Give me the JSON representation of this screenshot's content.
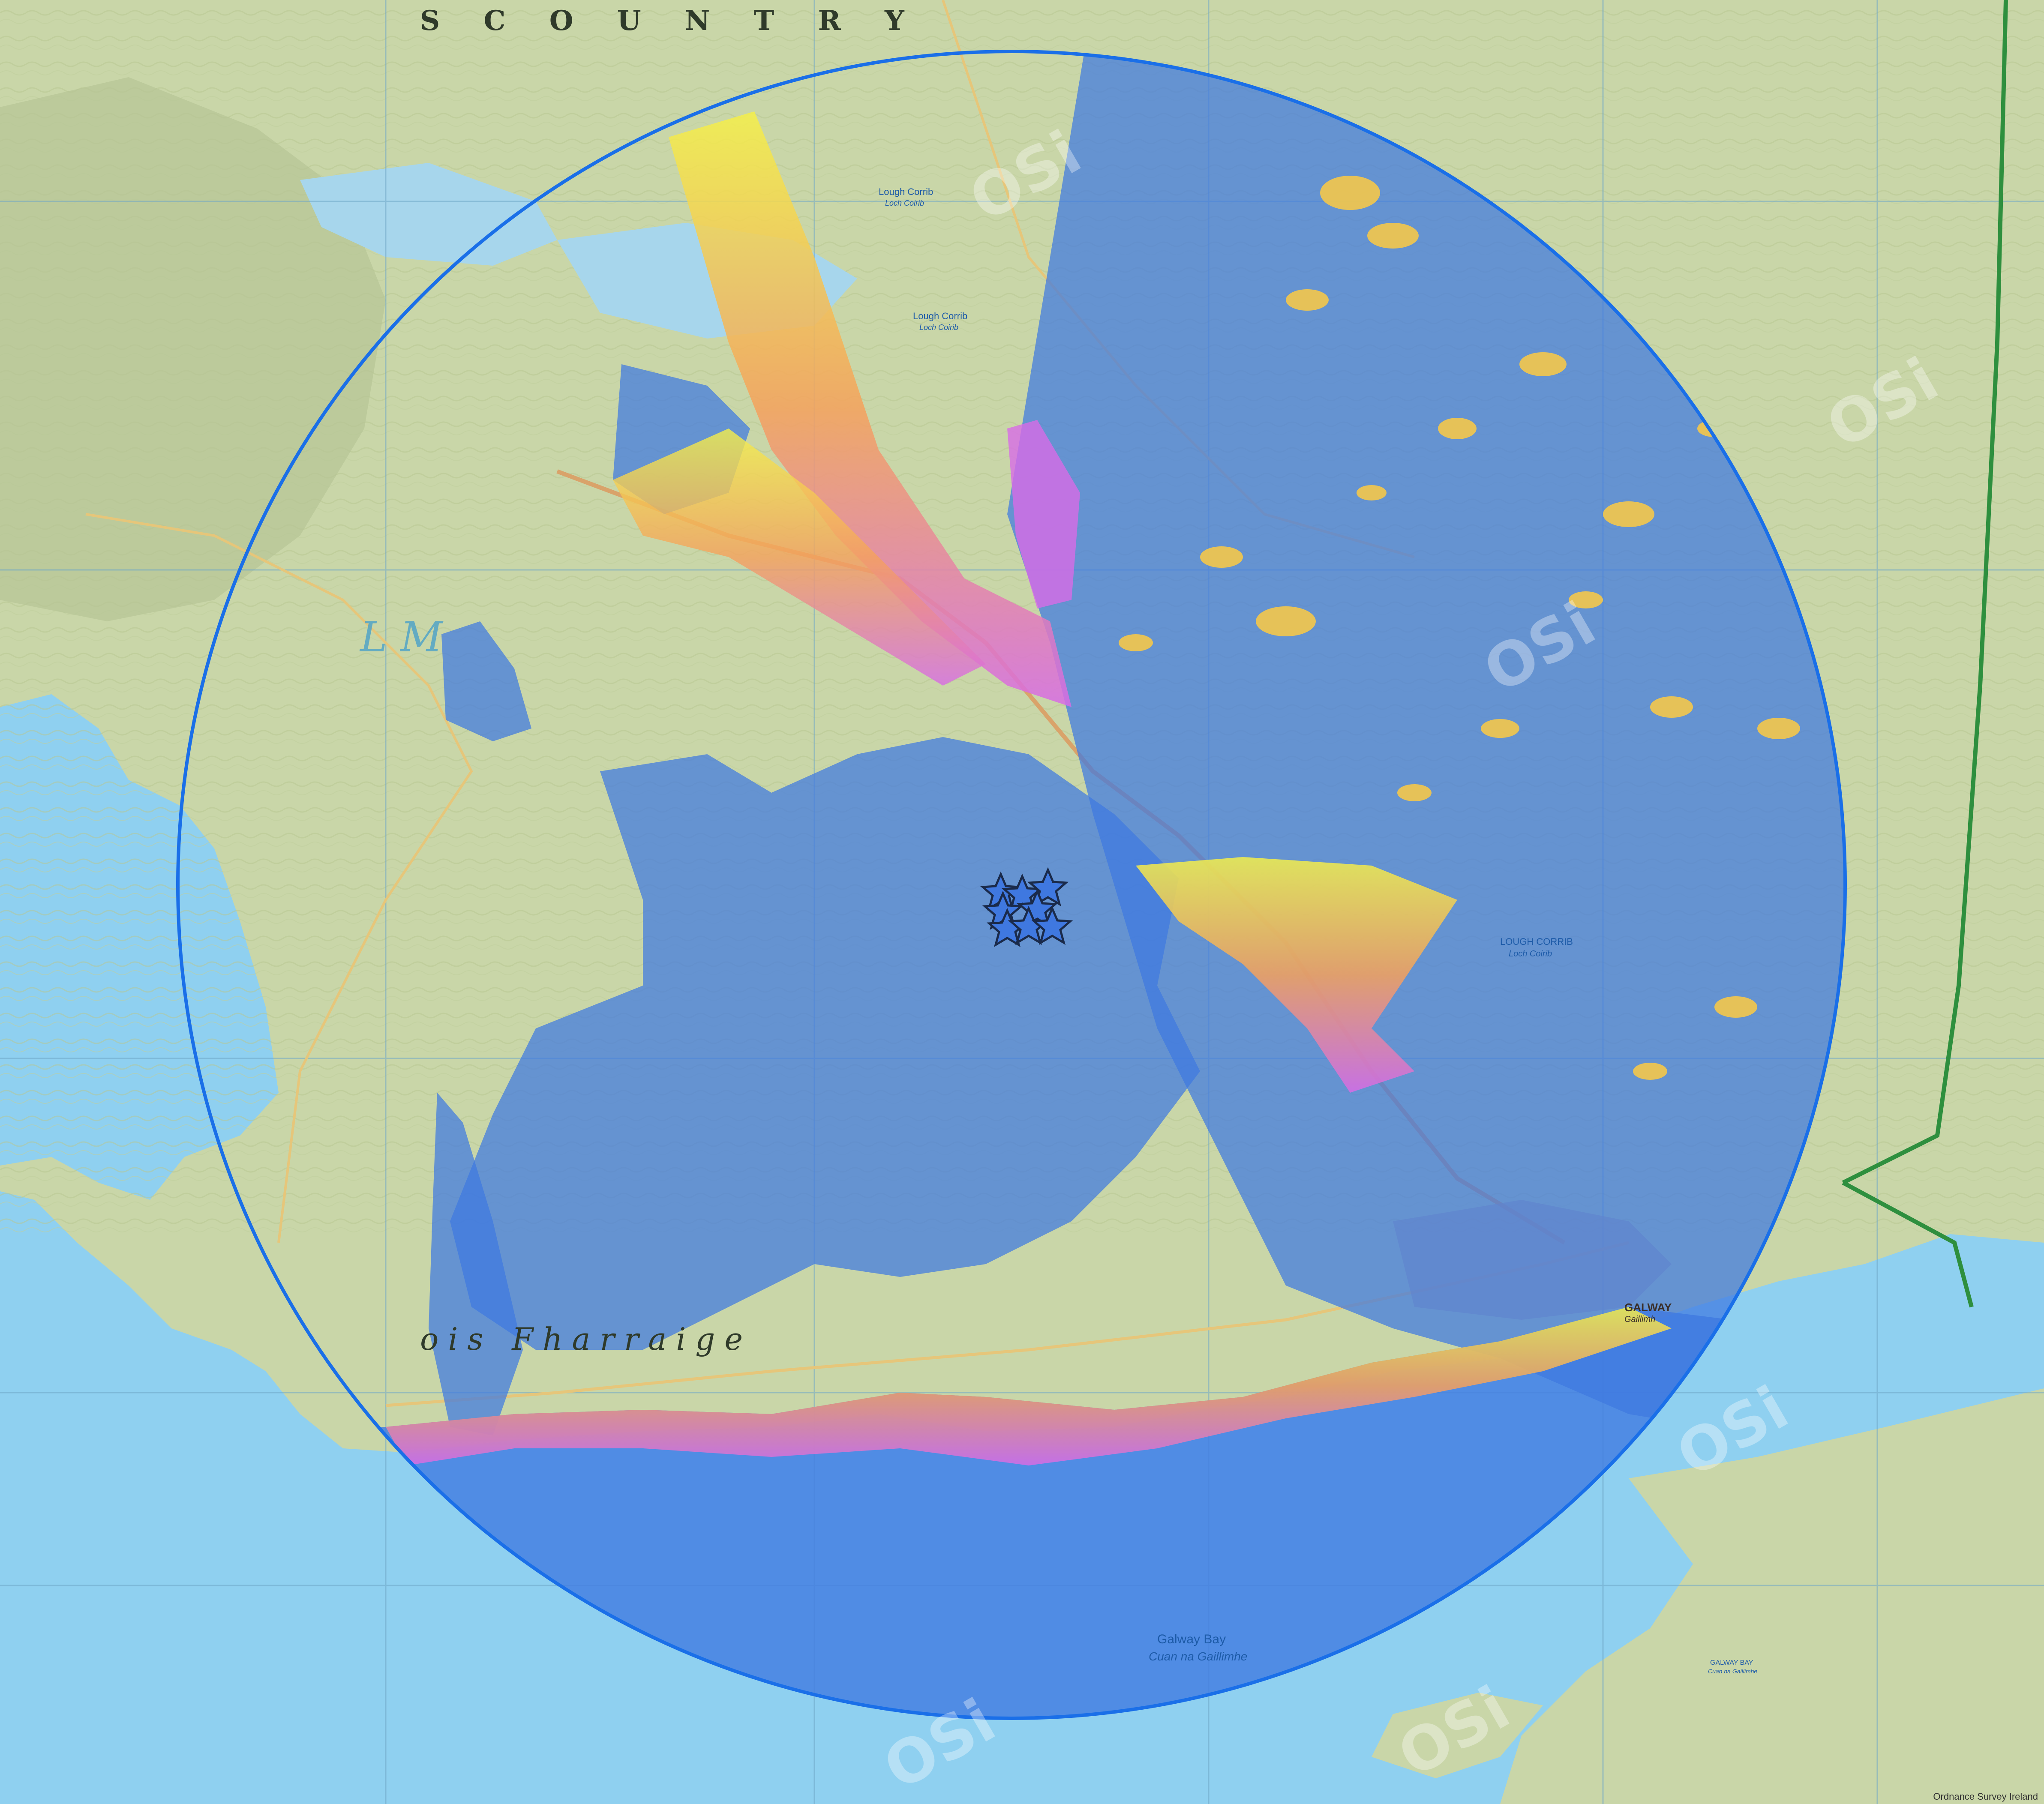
{
  "map": {
    "region_labels": {
      "country": "S C O U N T R Y",
      "lm": "L M",
      "iar": "ois Fharraige"
    },
    "water_labels": {
      "lough_corrib_north": "Lough Corrib",
      "lough_corrib_north_irish": "Loch Coirib",
      "lough_corrib_mid": "Lough Corrib",
      "lough_corrib_mid_irish": "Loch Coirib",
      "lough_corrib_south": "LOUGH CORRIB",
      "lough_corrib_south_irish": "Loch Coirib",
      "galway_bay": "Galway Bay",
      "galway_bay_irish": "Cuan na Gaillimhe",
      "galway_bay_east": "GALWAY BAY",
      "galway_bay_east_irish": "Cuan na Gaillimhe"
    },
    "place_labels": {
      "galway": "GALWAY",
      "galway_irish": "Gaillimh"
    },
    "attribution": "Ordnance Survey Ireland",
    "watermark": "OSi",
    "colors": {
      "sea": "#8fd0f0",
      "land": "#c9d6a8",
      "coverage_strong": "#3f78e0",
      "coverage_circle": "#1a6fe8",
      "band_magenta": "#d86be6",
      "band_orange": "#f5a15c",
      "band_yellow": "#f4f04a",
      "grid": "#6fa7c7"
    },
    "markers": {
      "icon": "star-marker-icon",
      "count": 8
    }
  }
}
